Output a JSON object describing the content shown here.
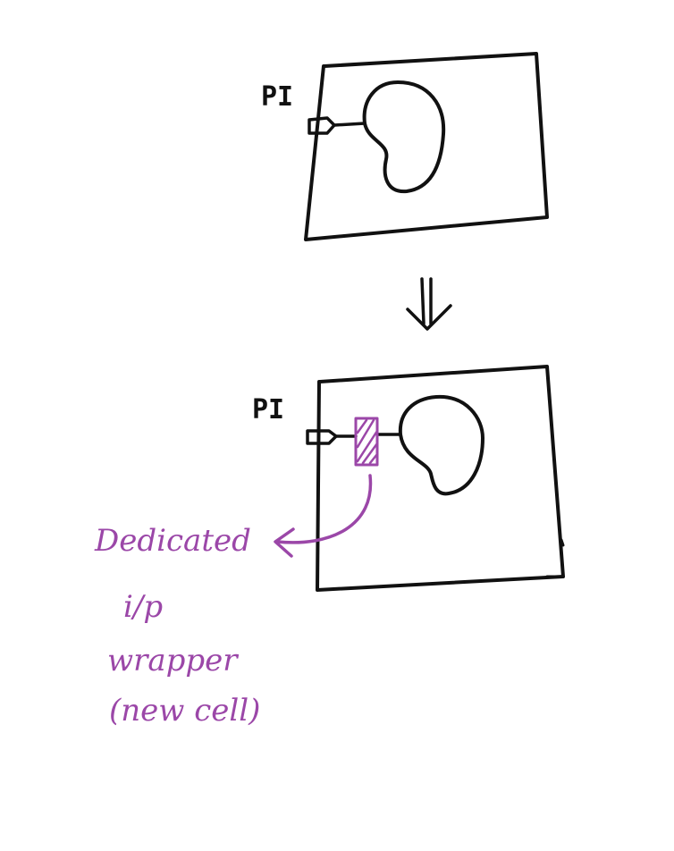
{
  "colors": {
    "ink": "#111111",
    "annotation": "#9b47a8",
    "background": "#ffffff"
  },
  "top_diagram": {
    "pin_label": "PI"
  },
  "arrow_symbol": "⇓",
  "bottom_diagram": {
    "pin_label": "PI",
    "annotation_lines": [
      "Dedicated",
      "i/p",
      "wrapper",
      "(new cell)"
    ]
  }
}
